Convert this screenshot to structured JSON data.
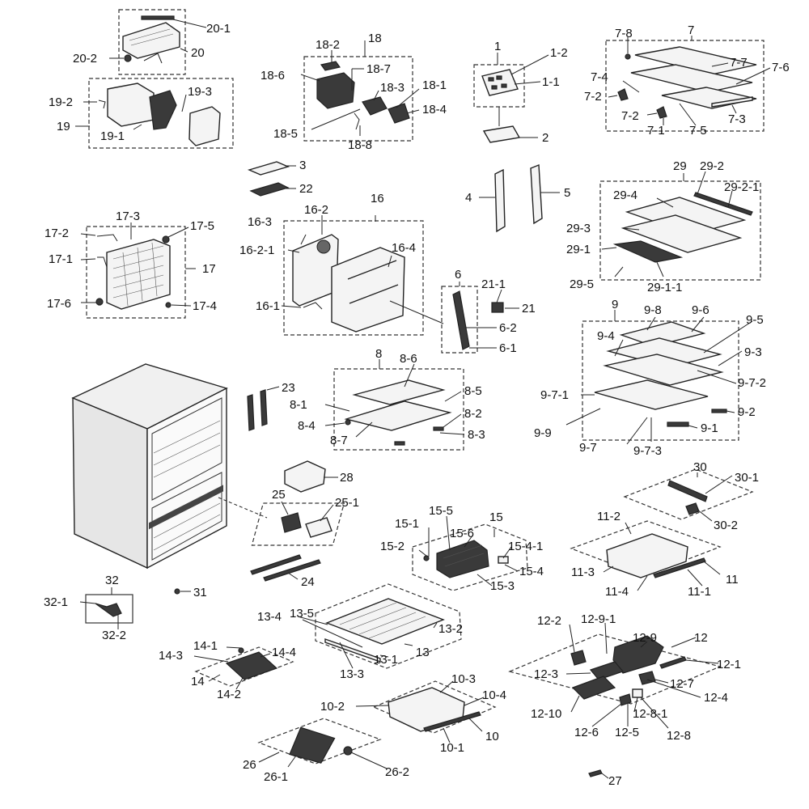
{
  "diagram": {
    "labels": {
      "l20_1": "20-1",
      "l20": "20",
      "l20_2": "20-2",
      "l19_3": "19-3",
      "l19_2": "19-2",
      "l19": "19",
      "l19_1": "19-1",
      "l18": "18",
      "l18_2": "18-2",
      "l18_7": "18-7",
      "l18_6": "18-6",
      "l18_3": "18-3",
      "l18_1": "18-1",
      "l18_4": "18-4",
      "l18_5": "18-5",
      "l18_8": "18-8",
      "l1": "1",
      "l1_2": "1-2",
      "l1_1": "1-1",
      "l2": "2",
      "l7_8": "7-8",
      "l7": "7",
      "l7_7": "7-7",
      "l7_6": "7-6",
      "l7_4": "7-4",
      "l7_2a": "7-2",
      "l7_2b": "7-2",
      "l7_1": "7-1",
      "l7_5": "7-5",
      "l7_3": "7-3",
      "l3": "3",
      "l22": "22",
      "l4": "4",
      "l5": "5",
      "l29": "29",
      "l29_2": "29-2",
      "l29_2_1": "29-2-1",
      "l29_4": "29-4",
      "l29_3": "29-3",
      "l29_1": "29-1",
      "l29_5": "29-5",
      "l29_1_1": "29-1-1",
      "l17_3": "17-3",
      "l17_2": "17-2",
      "l17_5": "17-5",
      "l17_1": "17-1",
      "l17": "17",
      "l17_6": "17-6",
      "l17_4": "17-4",
      "l16": "16",
      "l16_3": "16-3",
      "l16_2": "16-2",
      "l16_2_1": "16-2-1",
      "l16_4": "16-4",
      "l16_1": "16-1",
      "l6": "6",
      "l21_1": "21-1",
      "l21": "21",
      "l6_2": "6-2",
      "l6_1": "6-1",
      "l9": "9",
      "l9_8": "9-8",
      "l9_6": "9-6",
      "l9_5": "9-5",
      "l9_4": "9-4",
      "l9_3": "9-3",
      "l9_7_2": "9-7-2",
      "l9_7_1": "9-7-1",
      "l9_2": "9-2",
      "l9_9": "9-9",
      "l9_1": "9-1",
      "l9_7": "9-7",
      "l9_7_3": "9-7-3",
      "l8": "8",
      "l8_6": "8-6",
      "l8_5": "8-5",
      "l8_1": "8-1",
      "l8_2": "8-2",
      "l8_4": "8-4",
      "l8_7": "8-7",
      "l8_3": "8-3",
      "l23": "23",
      "l28": "28",
      "l25": "25",
      "l25_1": "25-1",
      "l24": "24",
      "l31": "31",
      "l30": "30",
      "l30_1": "30-1",
      "l30_2": "30-2",
      "l11_2": "11-2",
      "l11_3": "11-3",
      "l11_4": "11-4",
      "l11_1": "11-1",
      "l11": "11",
      "l15": "15",
      "l15_1": "15-1",
      "l15_5": "15-5",
      "l15_6": "15-6",
      "l15_4_1": "15-4-1",
      "l15_2": "15-2",
      "l15_4": "15-4",
      "l15_3": "15-3",
      "l32": "32",
      "l32_1": "32-1",
      "l32_2": "32-2",
      "l13_4": "13-4",
      "l13_5": "13-5",
      "l13_2": "13-2",
      "l13": "13",
      "l13_1": "13-1",
      "l13_3": "13-3",
      "l14_1": "14-1",
      "l14_3": "14-3",
      "l14_4": "14-4",
      "l14": "14",
      "l14_2": "14-2",
      "l12_2": "12-2",
      "l12_9_1": "12-9-1",
      "l12_9": "12-9",
      "l12": "12",
      "l12_1": "12-1",
      "l12_3": "12-3",
      "l12_7": "12-7",
      "l12_4": "12-4",
      "l12_10": "12-10",
      "l12_8_1": "12-8-1",
      "l12_6": "12-6",
      "l12_5": "12-5",
      "l12_8": "12-8",
      "l10_3": "10-3",
      "l10_4": "10-4",
      "l10_2": "10-2",
      "l10": "10",
      "l10_1": "10-1",
      "l26": "26",
      "l26_1": "26-1",
      "l26_2": "26-2",
      "l27": "27"
    }
  }
}
